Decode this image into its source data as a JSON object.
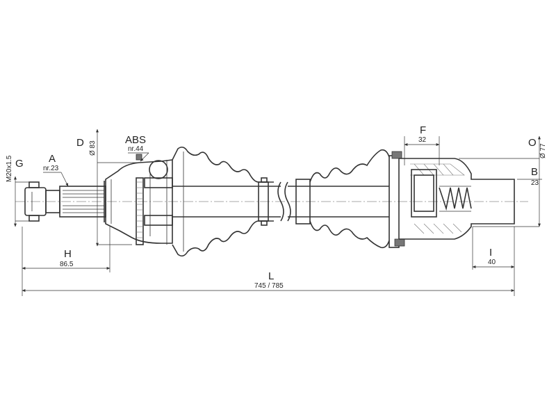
{
  "dimensions": {
    "M20": "M20x1.5",
    "G": "G",
    "A": {
      "letter": "A",
      "value": "nr.23"
    },
    "D": {
      "letter": "D",
      "value": "Ø 83"
    },
    "ABS": {
      "letter": "ABS",
      "value": "nr.44"
    },
    "H": {
      "letter": "H",
      "value": "86.5"
    },
    "L": {
      "letter": "L",
      "value": "745 / 785"
    },
    "F": {
      "letter": "F",
      "value": "32"
    },
    "O": {
      "letter": "O",
      "value": "Ø 77"
    },
    "B": {
      "letter": "B",
      "value": "23"
    },
    "I": {
      "letter": "I",
      "value": "40"
    }
  }
}
